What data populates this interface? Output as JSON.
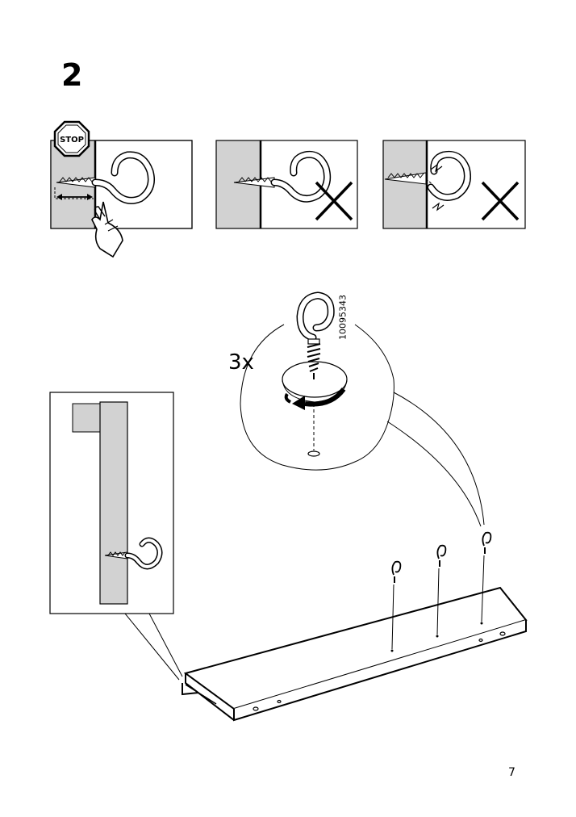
{
  "step": {
    "number": "2"
  },
  "warning_sign": {
    "label": "STOP"
  },
  "detail": {
    "quantity": "3x",
    "part_number": "10095343"
  },
  "footer": {
    "page_number": "7"
  }
}
